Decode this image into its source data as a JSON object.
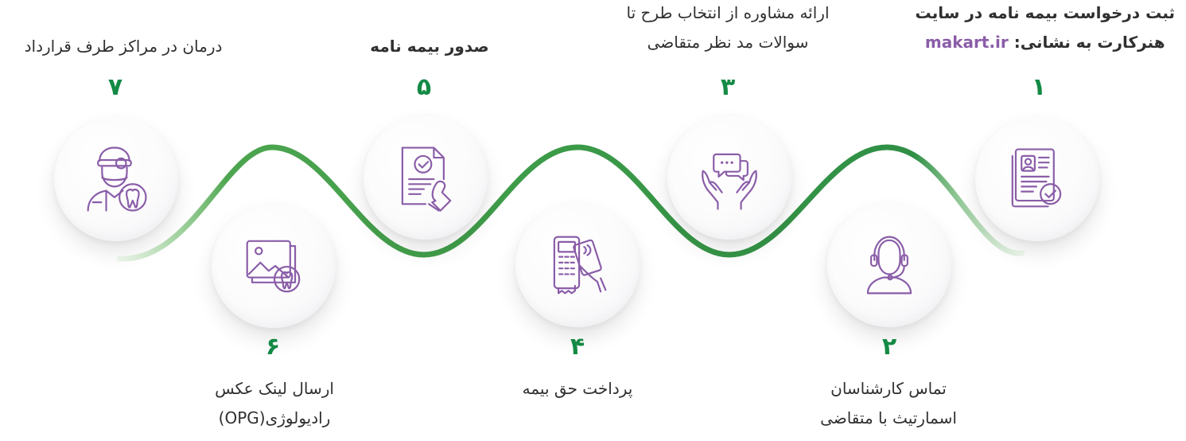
{
  "colors": {
    "accent": "#8a5da8",
    "number": "#148a45",
    "wave": "#3b9a48",
    "text": "#303030"
  },
  "steps": [
    {
      "number": "۱",
      "line1": "ثبت درخواست بیمه نامه در سایت",
      "line2_prefix": "هنرکارت به نشانی:",
      "site": "makart.ir",
      "icon": "document-check-icon"
    },
    {
      "number": "۲",
      "line1": "تماس کارشناسان",
      "line2": "اسمارتیث با متقاضی",
      "icon": "support-agent-icon"
    },
    {
      "number": "۳",
      "line1": "ارائه مشاوره از انتخاب طرح تا",
      "line2": "سوالات مد نظر متقاضی",
      "icon": "chat-hands-icon"
    },
    {
      "number": "۴",
      "line1": "پرداخت حق بیمه",
      "icon": "card-payment-icon"
    },
    {
      "number": "۵",
      "line1": "صدور بیمه نامه",
      "icon": "certificate-stamp-icon"
    },
    {
      "number": "۶",
      "line1": "ارسال لینک عکس",
      "line2": "رادیولوژی(OPG)",
      "icon": "xray-image-tooth-icon"
    },
    {
      "number": "۷",
      "line1": "درمان در مراکز طرف قرارداد",
      "icon": "dentist-tooth-icon"
    }
  ]
}
